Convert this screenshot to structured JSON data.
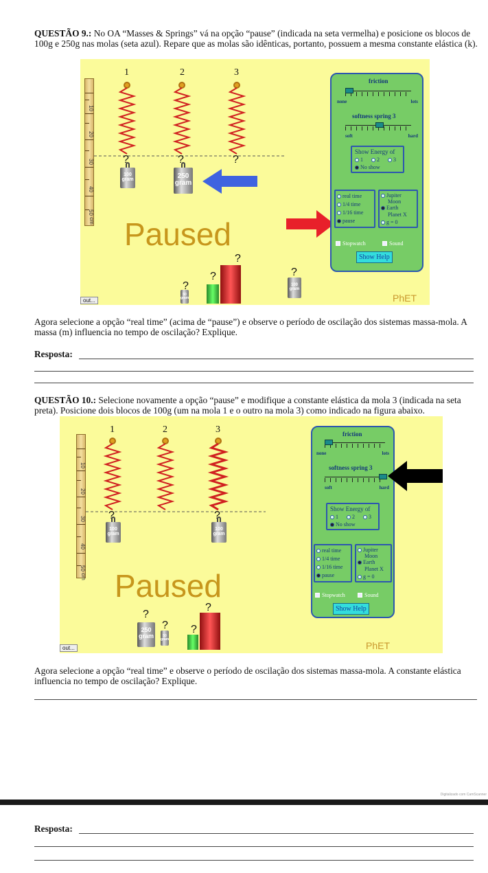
{
  "q9": {
    "label": "QUESTÃO 9.:",
    "text": " No OA “Masses & Springs” vá na opção “pause” (indicada na seta vermelha) e posicione os blocos de 100g e 250g nas molas (seta azul). Repare que as molas são idênticas, portanto, possuem a mesma constante elástica (k)."
  },
  "q9_after": "Agora selecione a opção “real time” (acima de “pause”) e observe o período de oscilação dos sistemas massa-mola. A massa (m) influencia no tempo de oscilação? Explique.",
  "resposta_label": "Resposta:",
  "q10": {
    "label": "QUESTÃO 10.:",
    "text": " Selecione novamente a opção “pause” e modifique a constante elástica da mola 3 (indicada na seta preta). Posicione dois blocos de 100g (um na mola 1 e o outro na mola 3) como indicado na figura abaixo."
  },
  "q10_after": "Agora selecione a opção “real time” e observe o período de oscilação dos sistemas massa-mola. A constante elástica influencia no tempo de oscilação? Explique.",
  "scanner_note": "Digitalizado com CamScanner",
  "sim": {
    "spring_numbers": [
      "1",
      "2",
      "3"
    ],
    "paused": "Paused",
    "phet": "PhET",
    "out_button": "out...",
    "out_button_2": "out...",
    "mass_100": [
      "100",
      "gram"
    ],
    "mass_250": [
      "250",
      "gram"
    ],
    "mass_50": [
      "50",
      "gram"
    ],
    "question_mark": "?",
    "ruler_labels": [
      "10",
      "20",
      "30",
      "40",
      "50",
      "cm"
    ],
    "friction": "friction",
    "none": "none",
    "lots": "lots",
    "softness": "softness spring 3",
    "soft": "soft",
    "hard": "hard",
    "show_energy": "Show Energy of",
    "energy_opts": [
      "1",
      "2",
      "3"
    ],
    "no_show": "No show",
    "time_opts": [
      "real time",
      "1/4 time",
      "1/16 time",
      "pause"
    ],
    "planet_opts": [
      "Jupiter",
      "Moon",
      "Earth",
      "Planet X",
      "g = 0"
    ],
    "stopwatch": "Stopwatch",
    "sound": "Sound",
    "show_help": "Show Help"
  },
  "colors": {
    "sim_bg": "#fbfb9a",
    "panel": "#77cc66",
    "panel_border": "#2c56b0",
    "paused": "#c7961c",
    "blue_arrow": "#3f63e0",
    "red_arrow": "#e8202a",
    "black_arrow": "#000000"
  },
  "icons": [
    "blue-arrow-icon",
    "red-arrow-icon",
    "black-arrow-icon",
    "spring-icon"
  ]
}
